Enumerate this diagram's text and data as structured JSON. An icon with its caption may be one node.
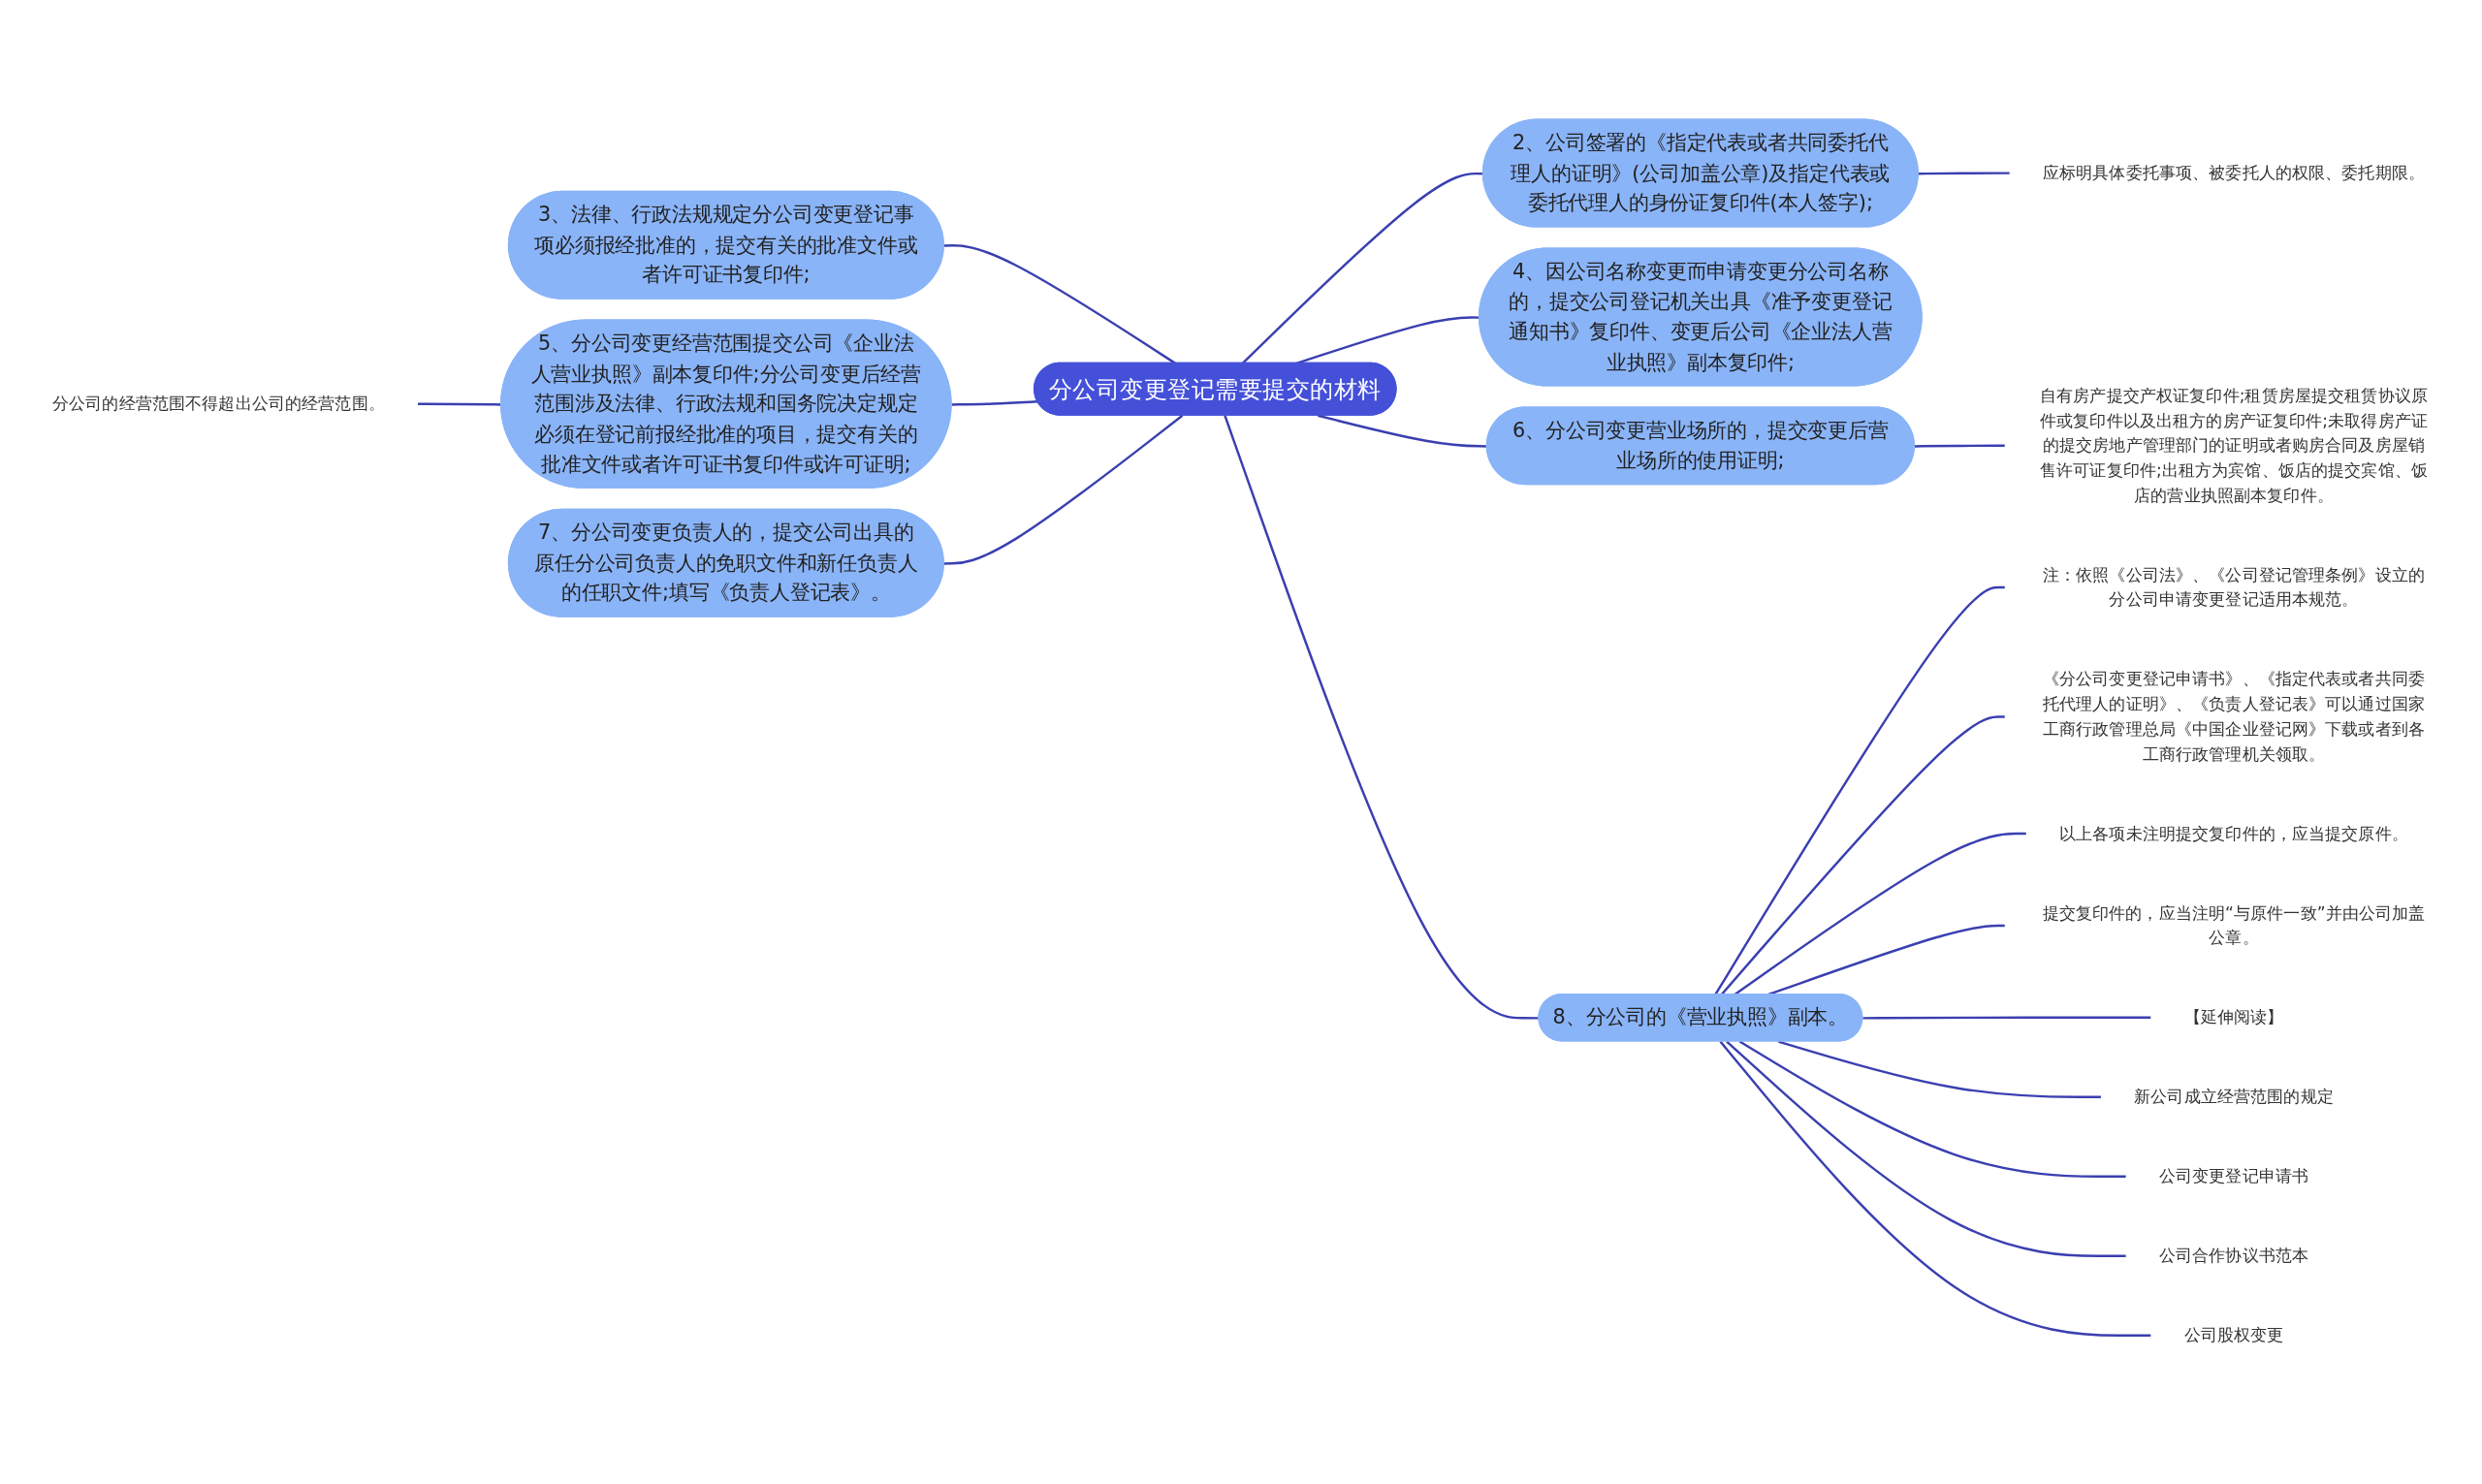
{
  "diagram": {
    "nodes": [
      {
        "text": [
          "分公司变更登记需要提交的材料"
        ]
      },
      {
        "text": [
          "2、公司签署的《指定代表或者共同委托代理人的证明》(公司加盖公章)及指定代表或委托代理人的身份证复印件(本人签字);"
        ]
      },
      {
        "text": [
          "应标明具体委托事项、被委托人的权限、委托期限。"
        ]
      },
      {
        "text": [
          "3、法律、行政法规规定分公司变更登记事项必须报经批准的，提交有关的批准文件或者许可证书复印件;"
        ]
      },
      {
        "text": [
          "4、因公司名称变更而申请变更分公司名称的，提交公司登记机关出具《准予变更登记通知书》复印件、变更后公司《企业法人营业执照》副本复印件;"
        ]
      },
      {
        "text": [
          "5、分公司变更经营范围提交公司《企业法人营业执照》副本复印件;分公司变更后经营范围涉及法律、行政法规和国务院决定规定必须在登记前报经批准的项目，提交有关的批准文件或者许可证书复印件或许可证明;"
        ]
      },
      {
        "text": [
          "分公司的经营范围不得超出公司的经营范围。"
        ]
      },
      {
        "text": [
          "6、分公司变更营业场所的，提交变更后营业场所的使用证明;"
        ]
      },
      {
        "text": [
          "自有房产提交产权证复印件;租赁房屋提交租赁协议原件或复印件以及出租方的房产证复印件;未取得房产证的提交房地产管理部门的证明或者购房合同及房屋销售许可证复印件;出租方为宾馆、饭店的提交宾馆、饭店的营业执照副本复印件。"
        ]
      },
      {
        "text": [
          "7、分公司变更负责人的，提交公司出具的原任分公司负责人的免职文件和新任负责人的任职文件;填写《负责人登记表》。"
        ]
      },
      {
        "text": [
          "8、分公司的《营业执照》副本。"
        ]
      },
      {
        "text": [
          "注：依照《公司法》、《公司登记管理条例》设立的分公司申请变更登记适用本规范。"
        ]
      },
      {
        "text": [
          "《分公司变更登记申请书》、《指定代表或者共同委托代理人的证明》、《负责人登记表》可以通过国家工商行政管理总局《中国企业登记网》下载或者到各工商行政管理机关领取。"
        ]
      },
      {
        "text": [
          "以上各项未注明提交复印件的，应当提交原件。"
        ]
      },
      {
        "text": [
          "提交复印件的，应当注明“与原件一致”并由公司加盖公章。"
        ]
      },
      {
        "text": [
          "【延伸阅读】"
        ]
      },
      {
        "text": [
          "新公司成立经营范围的规定"
        ]
      },
      {
        "text": [
          "公司变更登记申请书"
        ]
      },
      {
        "text": [
          "公司合作协议书范本"
        ]
      },
      {
        "text": [
          "公司股权变更"
        ]
      }
    ],
    "edges": [
      {
        "from": 0,
        "to": 1,
        "arrow": "none"
      },
      {
        "from": 1,
        "to": 2,
        "arrow": "none"
      },
      {
        "from": 0,
        "to": 3,
        "arrow": "none"
      },
      {
        "from": 0,
        "to": 4,
        "arrow": "none"
      },
      {
        "from": 0,
        "to": 5,
        "arrow": "none"
      },
      {
        "from": 5,
        "to": 6,
        "arrow": "none"
      },
      {
        "from": 0,
        "to": 7,
        "arrow": "none"
      },
      {
        "from": 7,
        "to": 8,
        "arrow": "none"
      },
      {
        "from": 0,
        "to": 9,
        "arrow": "none"
      },
      {
        "from": 0,
        "to": 10,
        "arrow": "none"
      },
      {
        "from": 10,
        "to": 11,
        "arrow": "none"
      },
      {
        "from": 10,
        "to": 12,
        "arrow": "none"
      },
      {
        "from": 10,
        "to": 13,
        "arrow": "none"
      },
      {
        "from": 10,
        "to": 14,
        "arrow": "none"
      },
      {
        "from": 10,
        "to": 15,
        "arrow": "none"
      },
      {
        "from": 10,
        "to": 16,
        "arrow": "none"
      },
      {
        "from": 10,
        "to": 17,
        "arrow": "none"
      },
      {
        "from": 10,
        "to": 18,
        "arrow": "none"
      },
      {
        "from": 10,
        "to": 19,
        "arrow": "none"
      }
    ]
  }
}
